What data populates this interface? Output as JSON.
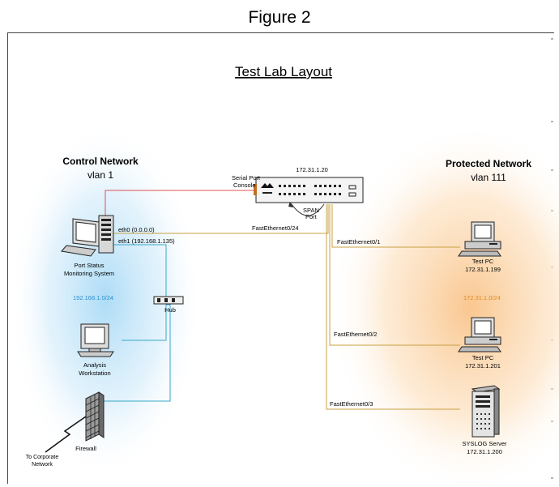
{
  "figure_title": "Figure 2",
  "diagram_title": "Test Lab Layout",
  "control_network": {
    "title": "Control Network",
    "vlan": "vlan 1",
    "subnet": "192.168.1.0/24"
  },
  "protected_network": {
    "title": "Protected Network",
    "vlan": "vlan 111",
    "subnet": "172.31.1.0/24"
  },
  "switch": {
    "ip": "172.31.1.20",
    "serial_label_1": "Serial Port",
    "serial_label_2": "Console",
    "span_label_1": "SPAN",
    "span_label_2": "Port"
  },
  "port_status": {
    "label_1": "Port Status",
    "label_2": "Monitoring System",
    "eth0": "eth0 (0.0.0.0)",
    "eth1": "eth1 (192.168.1.135)"
  },
  "links": {
    "fe024": "FastEthernet0/24",
    "fe01": "FastEthernet0/1",
    "fe02": "FastEthernet0/2",
    "fe03": "FastEthernet0/3"
  },
  "hub": {
    "label": "Hub"
  },
  "analysis": {
    "label_1": "Analysis",
    "label_2": "Workstation"
  },
  "firewall": {
    "label": "Firewall"
  },
  "corporate": {
    "label_1": "To Corporate",
    "label_2": "Network"
  },
  "test_pc_1": {
    "label": "Test PC",
    "ip": "172.31.1.199"
  },
  "test_pc_2": {
    "label": "Test PC",
    "ip": "172.31.1.201"
  },
  "syslog": {
    "label": "SYSLOG Server",
    "ip": "172.31.1.200"
  },
  "colors": {
    "serial_cable": "#e05050",
    "ethernet_cable": "#c8a040",
    "control_cable": "#38a8c8",
    "control_glow": "#bfe3f7",
    "protected_glow": "#fbd9b0",
    "control_subnet_text": "#2a90d0",
    "protected_subnet_text": "#e08a20"
  }
}
